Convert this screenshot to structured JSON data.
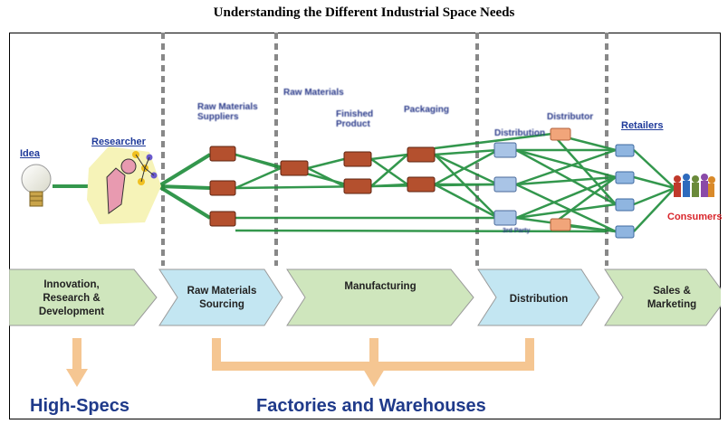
{
  "title": "Understanding the Different Industrial Space Needs",
  "labels": {
    "idea": "Idea",
    "researcher": "Researcher",
    "raw_materials_suppliers": "Raw Materials Suppliers",
    "raw_materials": "Raw Materials",
    "finished_product": "Finished Product",
    "packaging": "Packaging",
    "distribution": "Distribution",
    "distributor": "Distributor",
    "third_party": "3rd Party",
    "retailers": "Retailers",
    "consumers": "Consumers"
  },
  "stages": [
    {
      "label": "Innovation, Research & Development",
      "color": "#cfe6bd"
    },
    {
      "label": "Raw Materials Sourcing",
      "color": "#c3e6f2"
    },
    {
      "label": "Manufacturing",
      "color": "#cfe6bd"
    },
    {
      "label": "Distribution",
      "color": "#c3e6f2"
    },
    {
      "label": "Sales & Marketing",
      "color": "#cfe6bd"
    }
  ],
  "outcomes": {
    "high_specs": "High-Specs",
    "factories_warehouses": "Factories and Warehouses"
  },
  "colors": {
    "link_green": "#1e8c3a",
    "divider": "#888888",
    "arrow": "#f5c692",
    "title_blue": "#1f3a9a",
    "consumers_red": "#d9262c"
  }
}
